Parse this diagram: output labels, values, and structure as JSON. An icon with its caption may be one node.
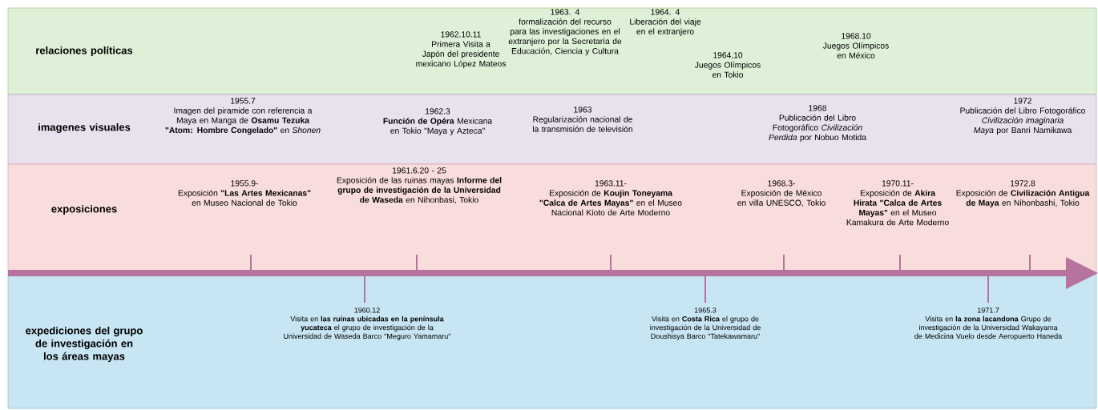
{
  "diagram": {
    "nodes": [
      {
        "text": [
          "relaciones políticas"
        ]
      },
      {
        "text": [
          "1962.10.11",
          "Primera Visita a Japón del presidente mexicano López Mateos"
        ],
        "in": 0
      },
      {
        "text": [
          "1963. 4",
          "formalización del recurso para las investigaciones en el extranjero por la Secretaría de Educación, Ciencia y Cultura"
        ],
        "in": 0
      },
      {
        "text": [
          "1964. 4",
          "Liberación del viaje en el extranjero"
        ],
        "in": 0
      },
      {
        "text": [
          "1964.10",
          "Juegos Olímpicos en Tokio"
        ],
        "in": 0
      },
      {
        "text": [
          "1968.10",
          "Juegos Olímpicos en México"
        ],
        "in": 0
      },
      {
        "text": [
          "imagenes visuales"
        ]
      },
      {
        "text": [
          "1955.7",
          "Imagen del piramide con referencia a Maya en Manga de **Osamu Tezuka \"Atom: Hombre Congelado\"** en *Shonen*"
        ],
        "in": 6
      },
      {
        "text": [
          "1962.3",
          "**Función de Opéra** Mexicana en Tokio \"Maya y Azteca\""
        ],
        "in": 6
      },
      {
        "text": [
          "1963",
          "Regularización nacional de la transmisión de televisión"
        ],
        "in": 6
      },
      {
        "text": [
          "1968",
          "Publicación del Libro Fotogoráfico *Civilización Perdida* por Nobuo Motida"
        ],
        "in": 6
      },
      {
        "text": [
          "1972",
          "Publicación del Libro Fotogoráfico *Civilización imaginaria Maya* por Banri Namikawa"
        ],
        "in": 6
      },
      {
        "text": [
          "exposiciones"
        ]
      },
      {
        "text": [
          "1955.9-",
          "Exposición **\"Las  Artes Mexicanas\"** en Museo Nacional de Tokio"
        ],
        "in": 12
      },
      {
        "text": [
          "1961.6.20 - 25",
          "Exposición de las ruinas mayas **Informe del grupo de investigación de la Universidad de Waseda** en Nihonbasi, Tokio"
        ],
        "in": 12
      },
      {
        "text": [
          "1963.11-",
          "Exposición de **Koujin Toneyama \"Calca de Artes Mayas\"** en el Museo Nacional Kioto de Arte Moderno"
        ],
        "in": 12
      },
      {
        "text": [
          "1968.3-",
          "Exposición de México en villa UNESCO, Tokio"
        ],
        "in": 12
      },
      {
        "text": [
          "1970.11-",
          "Exposición de **Akira Hirata \"Calca de Artes Mayas\"** en el Museo Kamakura de Arte Moderno"
        ],
        "in": 12
      },
      {
        "text": [
          "1972.8",
          "Exposición de **Civilización Antigua de Maya** en Nihonbashi, Tokio"
        ],
        "in": 12
      },
      {
        "text": [
          "expediciones del grupo de investigación en los áreas mayas"
        ]
      },
      {
        "text": [
          "1960.12",
          "Visita en **las ruinas ubicadas en la península yucateca** el grupo de investigación de la Universidad de Waseda Barco \"Meguro Yamamaru\""
        ],
        "in": 19
      },
      {
        "text": [
          "1965.3",
          "Visita en **Costa Rica** el grupo de investigación de la Universidad de Doushisya Barco \"Tatekawamaru\""
        ],
        "in": 19
      },
      {
        "text": [
          "1971.7",
          "Visita en **la zona lacandona** Grupo de investigación de la Universidad Wakayama de Medicina Vuelo desde Aeropuerto Haneda"
        ],
        "in": 19
      }
    ]
  }
}
